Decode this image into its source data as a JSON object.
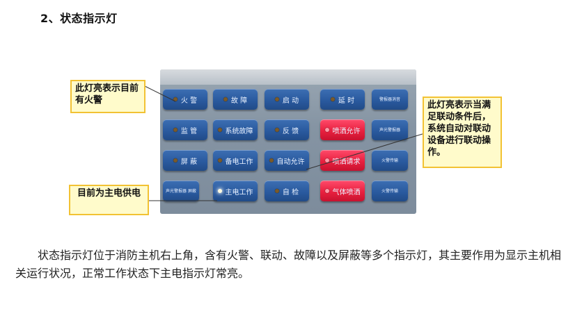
{
  "heading": "2、状态指示灯",
  "photo": {
    "rows": [
      [
        {
          "label": "火 警",
          "style": "blue"
        },
        {
          "label": "故 障",
          "style": "blue"
        },
        {
          "label": "启 动",
          "style": "blue"
        },
        {
          "label": "延 时",
          "style": "blue"
        },
        {
          "label": "警报器消音",
          "style": "narrow"
        }
      ],
      [
        {
          "label": "监 管",
          "style": "blue"
        },
        {
          "label": "系统故障",
          "style": "blue"
        },
        {
          "label": "反 馈",
          "style": "blue"
        },
        {
          "label": "喷洒允许",
          "style": "red"
        },
        {
          "label": "声光警报器",
          "style": "narrow"
        }
      ],
      [
        {
          "label": "屏 蔽",
          "style": "blue"
        },
        {
          "label": "备电工作",
          "style": "blue"
        },
        {
          "label": "自动允许",
          "style": "blue"
        },
        {
          "label": "喷洒请求",
          "style": "red"
        },
        {
          "label": "火警传输",
          "style": "narrow"
        }
      ],
      [
        {
          "label": "声光警报器 屏蔽",
          "style": "narrow-first"
        },
        {
          "label": "主电工作",
          "style": "blue",
          "lit": true
        },
        {
          "label": "自 检",
          "style": "blue"
        },
        {
          "label": "气体喷洒",
          "style": "red"
        },
        {
          "label": "火警传输",
          "style": "narrow"
        }
      ]
    ]
  },
  "callouts": {
    "fire_alarm": "此灯亮表示目前有火警",
    "linkage": "此灯亮表示当满足联动条件后，系统自动对联动设备进行联动操作。",
    "main_power": "目前为主电供电"
  },
  "paragraph": "状态指示灯位于消防主机右上角，含有火警、联动、故障以及屏蔽等多个指示灯，其主要作用为显示主机相关运行状况，正常工作状态下主电指示灯常亮。",
  "colors": {
    "key_blue": "#2a5a9f",
    "key_red": "#e8203f",
    "callout_bg": "#fffbcb",
    "callout_border": "#f2c233"
  }
}
